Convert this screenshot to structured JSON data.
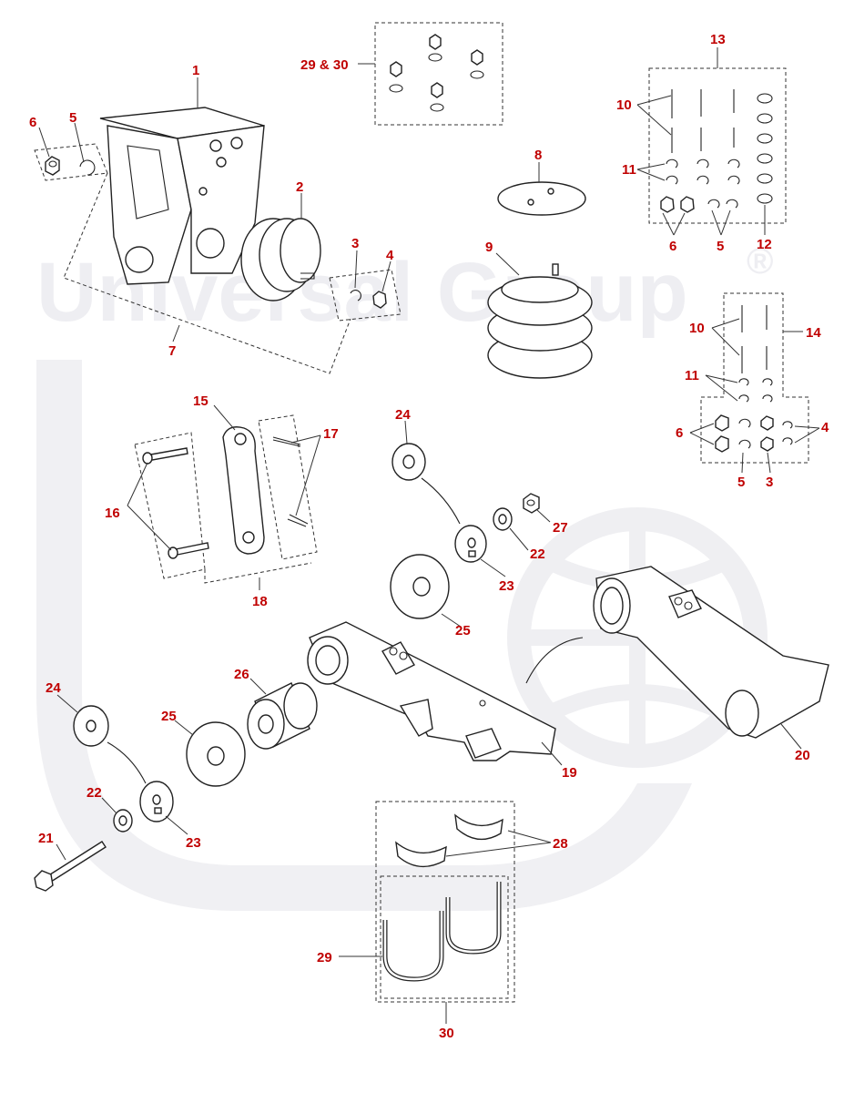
{
  "colors": {
    "callout": "#c00000",
    "line": "#222222",
    "watermark": "#eaeaee",
    "background": "#ffffff"
  },
  "watermark": {
    "text": "Universal Group",
    "mark": "®"
  },
  "callouts": {
    "c1": "1",
    "c2": "2",
    "c3": "3",
    "c4": "4",
    "c5": "5",
    "c6": "6",
    "c7": "7",
    "c8": "8",
    "c9": "9",
    "c10a": "10",
    "c11a": "11",
    "c6b": "6",
    "c5b": "5",
    "c12": "12",
    "c13": "13",
    "c10b": "10",
    "c11b": "11",
    "c14": "14",
    "c6c": "6",
    "c5c": "5",
    "c3b": "3",
    "c4b": "4",
    "c15": "15",
    "c16": "16",
    "c17": "17",
    "c18": "18",
    "c24a": "24",
    "c27": "27",
    "c22a": "22",
    "c23a": "23",
    "c25a": "25",
    "c26": "26",
    "c19": "19",
    "c20": "20",
    "c24b": "24",
    "c25b": "25",
    "c22b": "22",
    "c21": "21",
    "c23b": "23",
    "c28": "28",
    "c29": "29",
    "c30": "30",
    "c2930": "29 & 30"
  },
  "icons": [
    "hex-nut-icon",
    "washer-icon",
    "air-spring-icon",
    "bolt-icon",
    "u-bolt-icon"
  ]
}
